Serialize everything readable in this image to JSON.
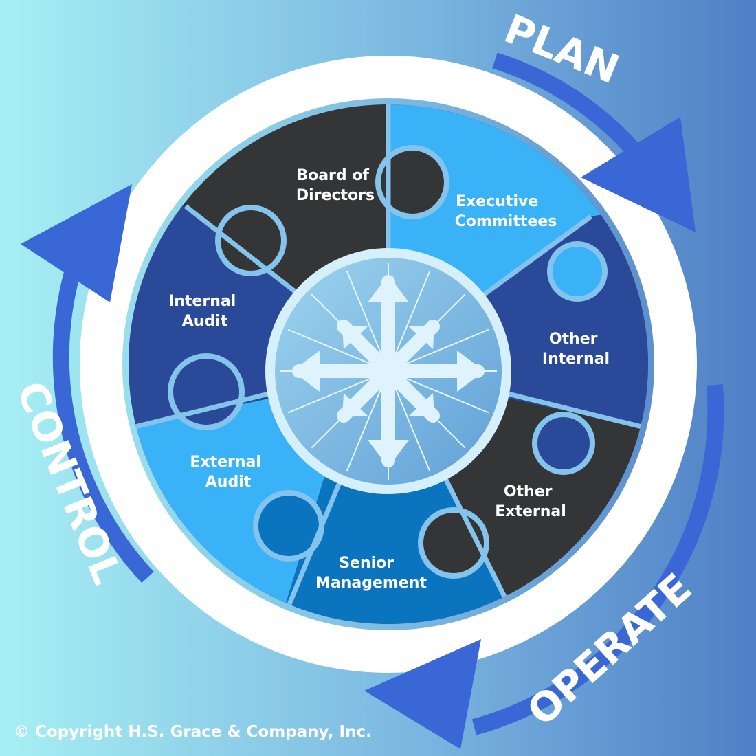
{
  "cycle": {
    "plan": "PLAN",
    "operate": "OPERATE",
    "control": "CONTROL"
  },
  "pieces": [
    {
      "id": "board",
      "line1": "Board of",
      "line2": "Directors",
      "color": "#343536"
    },
    {
      "id": "exec",
      "line1": "Executive",
      "line2": "Committees",
      "color": "#3ab2f7"
    },
    {
      "id": "otherint",
      "line1": "Other",
      "line2": "Internal",
      "color": "#2b4999"
    },
    {
      "id": "otherext",
      "line1": "Other",
      "line2": "External",
      "color": "#343536"
    },
    {
      "id": "senior",
      "line1": "Senior",
      "line2": "Management",
      "color": "#0b74bf"
    },
    {
      "id": "extaudit",
      "line1": "External",
      "line2": "Audit",
      "color": "#3ab2f7"
    },
    {
      "id": "intaudit",
      "line1": "Internal",
      "line2": "Audit",
      "color": "#2b4999"
    }
  ],
  "colors": {
    "ring": "#ffffff",
    "arrow": "#3a67d6",
    "seam": "#84c3ec",
    "hub": "#bfe4f6"
  },
  "icons": {
    "hub": "compass-arrows-icon"
  },
  "copyright": "© Copyright H.S. Grace & Company, Inc."
}
